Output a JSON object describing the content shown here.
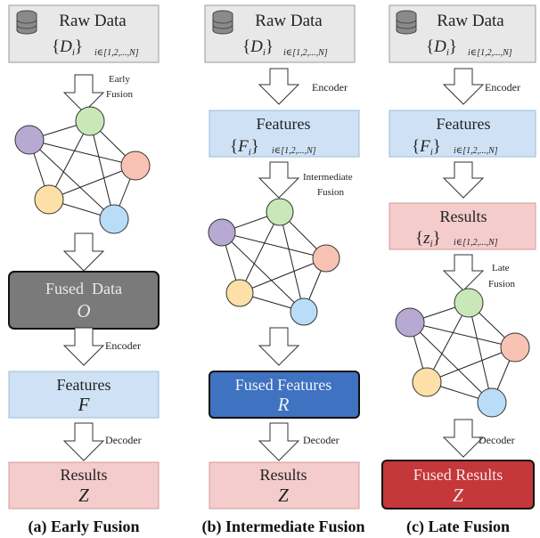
{
  "columns": [
    {
      "raw_data": {
        "title": "Raw Data",
        "symbol": "D",
        "index": "i∈[1,2,...,N]"
      },
      "caption": "(a) Early Fusion",
      "arrow_labels": [
        "Early",
        "Fusion",
        "Encoder",
        "Decoder"
      ],
      "fused_data": {
        "title": "Fused  Data",
        "symbol": "O"
      },
      "features": {
        "title": "Features",
        "symbol": "F"
      },
      "results": {
        "title": "Results",
        "symbol": "Z"
      }
    },
    {
      "raw_data": {
        "title": "Raw Data",
        "symbol": "D",
        "index": "i∈[1,2,...,N]"
      },
      "caption": "(b) Intermediate Fusion",
      "arrow_labels": [
        "Encoder",
        "Intermediate",
        "Fusion",
        "Decoder"
      ],
      "features": {
        "title": "Features",
        "symbol": "F",
        "index": "i∈[1,2,...,N]"
      },
      "fused_features": {
        "title": "Fused Features",
        "symbol": "R"
      },
      "results": {
        "title": "Results",
        "symbol": "Z"
      }
    },
    {
      "raw_data": {
        "title": "Raw Data",
        "symbol": "D",
        "index": "i∈[1,2,...,N]"
      },
      "caption": "(c) Late Fusion",
      "arrow_labels": [
        "Encoder",
        "Late",
        "Fusion",
        "Decoder"
      ],
      "features": {
        "title": "Features",
        "symbol": "F",
        "index": "i∈[1,2,...,N]"
      },
      "results_partial": {
        "title": "Results",
        "symbol": "z",
        "index": "i∈[1,2,...,N]"
      },
      "fused_results": {
        "title": "Fused Results",
        "symbol": "Z"
      }
    }
  ],
  "colors": {
    "raw_fill": "#e8e8e8",
    "raw_stroke": "#9a9a9a",
    "feature_fill": "#cfe2f5",
    "feature_stroke": "#9bbbd9",
    "result_fill": "#f4cccc",
    "result_stroke": "#d29a9a",
    "fused_data_fill": "#7a7a7a",
    "fused_features_fill": "#3f72c0",
    "fused_results_fill": "#c4373a",
    "node_green": "#c9e8b7",
    "node_red": "#f9c3b3",
    "node_blue": "#b9dcf7",
    "node_yellow": "#fde0a7",
    "node_purple": "#b7a9d2"
  }
}
